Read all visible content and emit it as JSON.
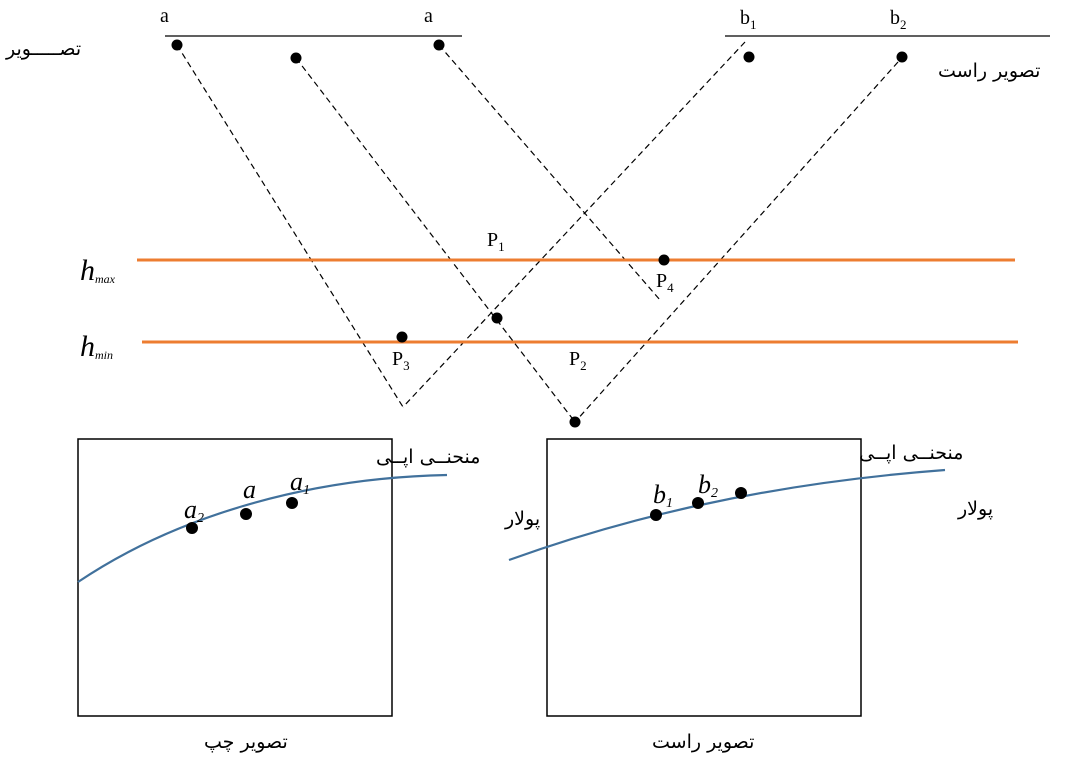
{
  "top_labels": {
    "a_left": "a",
    "a_right": "a",
    "b1_base": "b",
    "b1_sub": "1",
    "b2_base": "b",
    "b2_sub": "2"
  },
  "image_labels": {
    "left_top": "تصـــــویر",
    "right_top": "تصویر راست",
    "left_bottom": "تصویر چپ",
    "right_bottom": "تصویر راست"
  },
  "heights": {
    "max_base": "h",
    "max_sub": "max",
    "min_base": "h",
    "min_sub": "min"
  },
  "points": {
    "p1_base": "P",
    "p1_sub": "1",
    "p2_base": "P",
    "p2_sub": "2",
    "p3_base": "P",
    "p3_sub": "3",
    "p4_base": "P",
    "p4_sub": "4"
  },
  "epipolar": {
    "left_label": "منحنــی اپــی",
    "left_polar": "پولار",
    "right_label": "منحنــی اپــی",
    "right_polar": "پولار"
  },
  "left_box_points": {
    "a2_base": "a",
    "a2_sub": "2",
    "a_mid": "a",
    "a1_base": "a",
    "a1_sub": "1"
  },
  "right_box_points": {
    "b1_base": "b",
    "b1_sub": "1",
    "b2_base": "b",
    "b2_sub": "2"
  },
  "colors": {
    "height_lines": "#ED7D31",
    "epipolar_curve": "#41719C"
  }
}
